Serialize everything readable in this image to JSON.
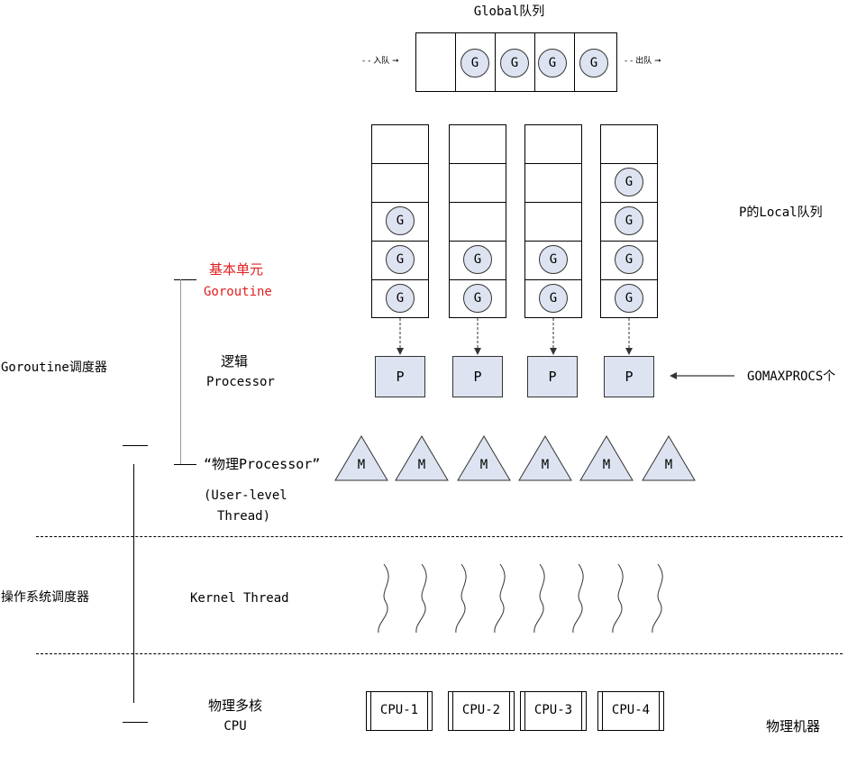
{
  "global_queue": {
    "title": "Global队列",
    "enqueue_label": "入队",
    "dequeue_label": "出队",
    "g_label": "G"
  },
  "local_queue": {
    "title": "P的Local队列"
  },
  "labels": {
    "basic_unit": "基本单元",
    "goroutine": "Goroutine",
    "scheduler": "Goroutine调度器",
    "logical": "逻辑",
    "processor": "Processor",
    "physical_processor": "“物理Processor”",
    "user_level_1": "(User-level",
    "user_level_2": "Thread)",
    "os_scheduler": "操作系统调度器",
    "kernel_thread": "Kernel Thread",
    "multicore": "物理多核",
    "cpu": "CPU",
    "physical_machine": "物理机器",
    "gomaxprocs": "GOMAXPROCS个"
  },
  "p_label": "P",
  "m_label": "M",
  "cpus": [
    "CPU-1",
    "CPU-2",
    "CPU-3",
    "CPU-4"
  ],
  "local_g_counts": [
    3,
    2,
    2,
    4
  ],
  "m_count": 6,
  "kernel_thread_count": 8,
  "colors": {
    "node_fill": "#dde3f0",
    "highlight_text": "#e02020"
  }
}
